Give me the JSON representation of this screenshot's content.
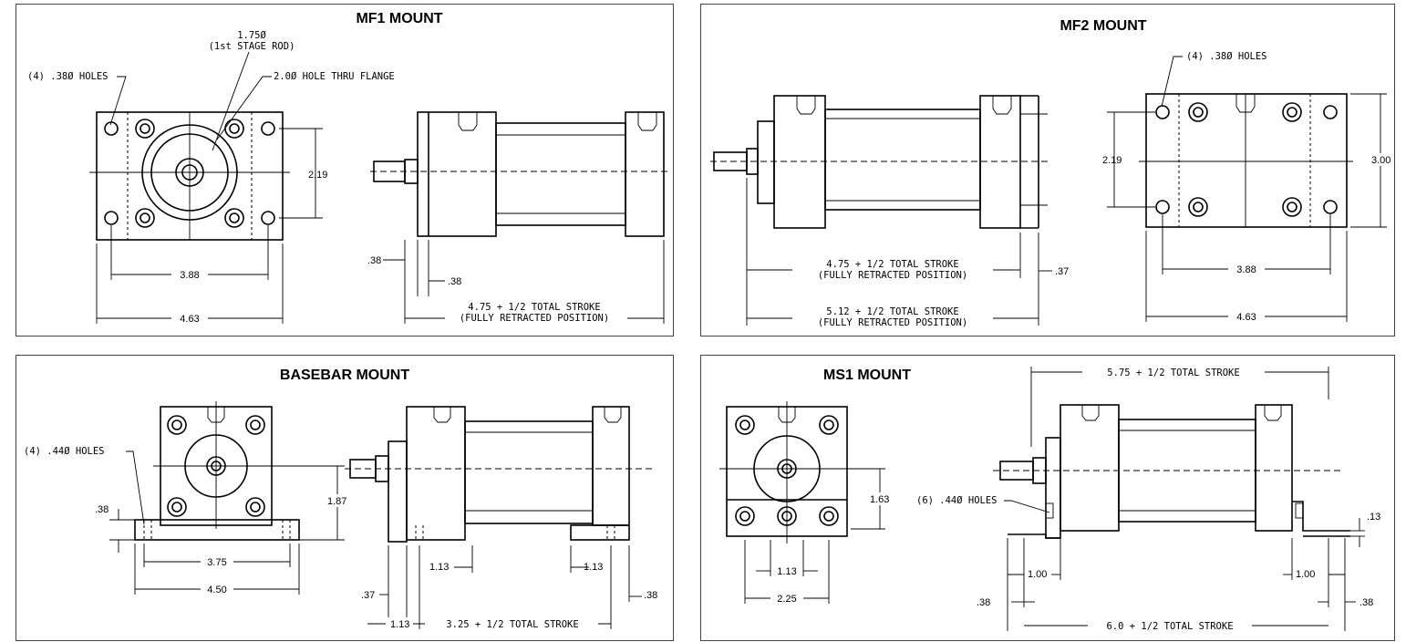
{
  "panels": {
    "mf1": {
      "title": "MF1 MOUNT",
      "notes": {
        "rod_dia": "1.75Ø",
        "rod_desc": "(1st STAGE ROD)",
        "holes": "(4) .38Ø HOLES",
        "flange_hole": "2.0Ø HOLE THRU FLANGE"
      },
      "dims": {
        "h_219": "2.19",
        "w_388": "3.88",
        "w_463": "4.63",
        "d_38a": ".38",
        "d_38b": ".38",
        "stroke_1": "4.75 + 1/2 TOTAL STROKE",
        "stroke_2": "(FULLY RETRACTED POSITION)"
      }
    },
    "mf2": {
      "title": "MF2 MOUNT",
      "notes": {
        "holes": "(4) .38Ø HOLES"
      },
      "dims": {
        "stroke_a1": "4.75 + 1/2 TOTAL STROKE",
        "stroke_a2": "(FULLY RETRACTED POSITION)",
        "d_37": ".37",
        "stroke_b1": "5.12 + 1/2 TOTAL STROKE",
        "stroke_b2": "(FULLY RETRACTED POSITION)",
        "h_219": "2.19",
        "h_300": "3.00",
        "w_388": "3.88",
        "w_463": "4.63"
      }
    },
    "basebar": {
      "title": "BASEBAR MOUNT",
      "notes": {
        "holes": "(4) .44Ø HOLES"
      },
      "dims": {
        "d_38": ".38",
        "h_187": "1.87",
        "w_375": "3.75",
        "w_450": "4.50",
        "d_113a": "1.13",
        "d_113b": "1.13",
        "d_37": ".37",
        "d_38r": ".38",
        "d_113c": "1.13",
        "stroke": "3.25 + 1/2 TOTAL STROKE"
      }
    },
    "ms1": {
      "title": "MS1 MOUNT",
      "notes": {
        "holes": "(6) .44Ø HOLES"
      },
      "dims": {
        "stroke_top": "5.75 + 1/2 TOTAL STROKE",
        "h_163": "1.63",
        "d_113": "1.13",
        "w_225": "2.25",
        "d_13": ".13",
        "d_100a": "1.00",
        "d_100b": "1.00",
        "d_38a": ".38",
        "d_38b": ".38",
        "stroke_bot": "6.0 + 1/2 TOTAL STROKE"
      }
    }
  }
}
